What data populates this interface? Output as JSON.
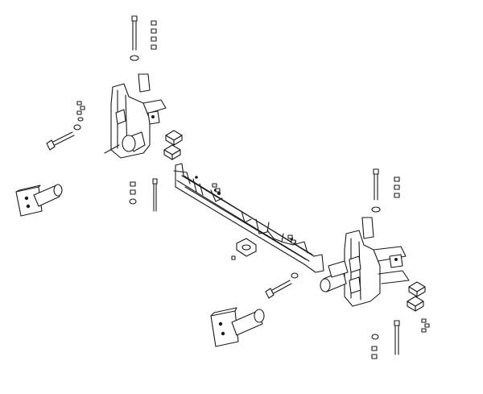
{
  "diagram": {
    "kind": "exploded-parts-drawing",
    "colors": {
      "line": "#1a1a1a",
      "background": "#ffffff"
    },
    "parts": [
      {
        "id": "frame-crossbar"
      },
      {
        "id": "left-vertical-bracket"
      },
      {
        "id": "right-vertical-bracket"
      },
      {
        "id": "left-tow-tab"
      },
      {
        "id": "right-tow-tab"
      },
      {
        "id": "bolt",
        "count": 5
      },
      {
        "id": "square-spacer",
        "count": 4
      },
      {
        "id": "hardware-cluster",
        "count": 7
      },
      {
        "id": "gasket-plate"
      }
    ]
  }
}
